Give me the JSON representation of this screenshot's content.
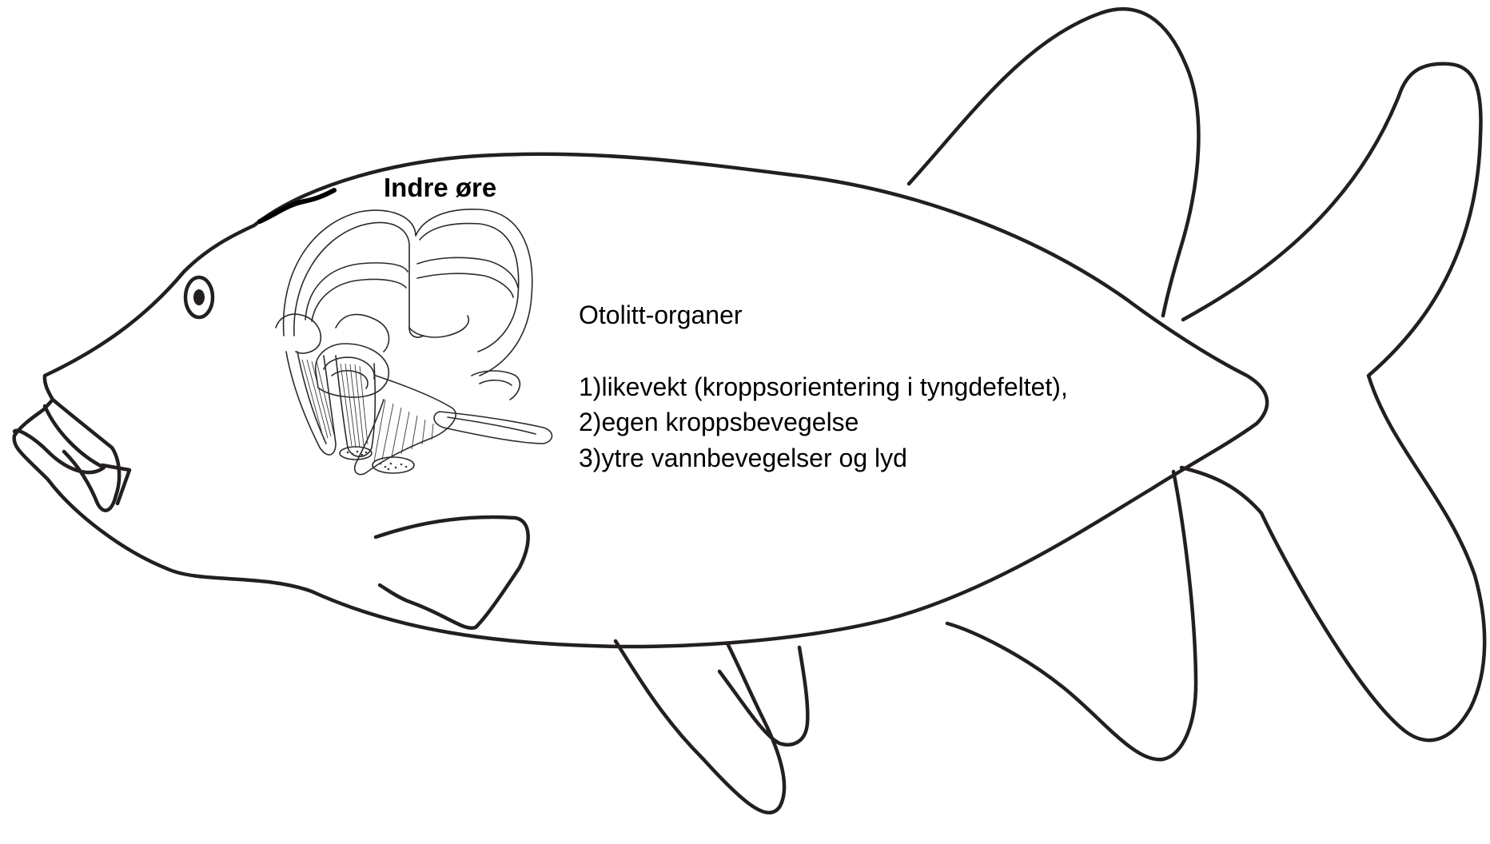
{
  "labels": {
    "inner_ear": "Indre øre",
    "otolith_heading": "Otolitt-organer",
    "functions": [
      "1)likevekt (kroppsorientering i tyngdefeltet),",
      "2)egen kroppsbevegelse",
      "3)ytre vannbevegelser og lyd"
    ]
  },
  "colors": {
    "outline": "#231f20",
    "background": "#ffffff",
    "text": "#000000"
  }
}
